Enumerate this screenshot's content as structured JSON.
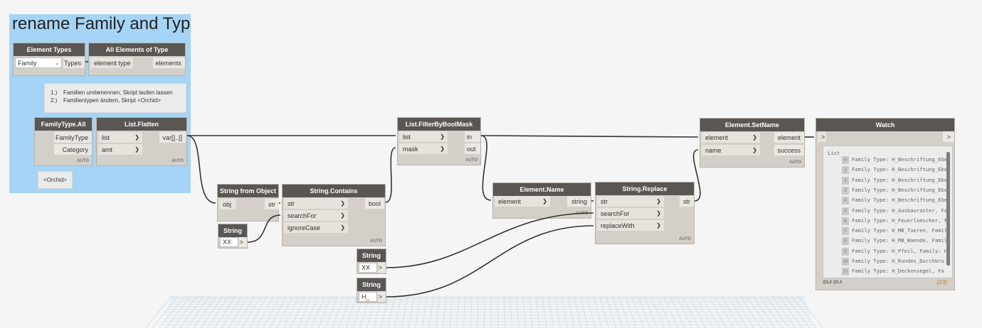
{
  "group": {
    "title": "rename Family and Typ"
  },
  "nodes": {
    "element_types": {
      "title": "Element Types",
      "selected": "Family",
      "output": "Types"
    },
    "all_elements": {
      "title": "All Elements of Type",
      "input": "element type",
      "output": "elements"
    },
    "family_type_all": {
      "title": "FamilyType.All",
      "outputs": [
        "FamilyType",
        "Category"
      ],
      "auto": "AUTO"
    },
    "list_flatten": {
      "title": "List.Flatten",
      "inputs": [
        "list",
        "amt"
      ],
      "output": "var[]..[]",
      "auto": "AUTO"
    },
    "orchid": {
      "label": "<Orchid>"
    },
    "string_from_object": {
      "title": "String from Object",
      "input": "obj",
      "output": "str"
    },
    "string1": {
      "title": "String",
      "value": "XX",
      "output": ">"
    },
    "string_contains": {
      "title": "String.Contains",
      "inputs": [
        "str",
        "searchFor",
        "ignoreCase"
      ],
      "output": "bool",
      "auto": "AUTO"
    },
    "filter_by_bool_mask": {
      "title": "List.FilterByBoolMask",
      "inputs": [
        "list",
        "mask"
      ],
      "outputs": [
        "in",
        "out"
      ],
      "auto": "AUTO"
    },
    "element_name": {
      "title": "Element.Name",
      "input": "element",
      "output": "string",
      "auto": "AUTO"
    },
    "string2": {
      "title": "String",
      "value": "XX",
      "output": ">"
    },
    "string3": {
      "title": "String",
      "value": "H_",
      "output": ">"
    },
    "string_replace": {
      "title": "String.Replace",
      "inputs": [
        "str",
        "searchFor",
        "replaceWith"
      ],
      "output": "str",
      "auto": "AUTO"
    },
    "set_name": {
      "title": "Element.SetName",
      "inputs": [
        "element",
        "name"
      ],
      "outputs": [
        "element",
        "success"
      ],
      "auto": "AUTO"
    },
    "watch": {
      "title": "Watch",
      "input": ">",
      "output": ">",
      "list_header": "List",
      "items": [
        {
          "i": "0",
          "text": "Family Type: H_Beschriftung_Ebe"
        },
        {
          "i": "1",
          "text": "Family Type: H_Beschriftung_Ebe"
        },
        {
          "i": "2",
          "text": "Family Type: H_Beschriftung_Ebe"
        },
        {
          "i": "3",
          "text": "Family Type: H_Beschriftung_Ebe"
        },
        {
          "i": "4",
          "text": "Family Type: H_Beschriftung_Ebe"
        },
        {
          "i": "5",
          "text": "Family Type: H_Ausbauraster, Fa"
        },
        {
          "i": "6",
          "text": "Family Type: H_Feuerloescher, F"
        },
        {
          "i": "7",
          "text": "Family Type: H_MB_Tueren, Famil"
        },
        {
          "i": "8",
          "text": "Family Type: H_MB_Waende, Famil"
        },
        {
          "i": "9",
          "text": "Family Type: H_Pfeil, Family: H"
        },
        {
          "i": "10",
          "text": "Family Type: H_Rundes_Durchbru"
        },
        {
          "i": "11",
          "text": "Family Type: H_Deckensegel, Fa"
        }
      ],
      "levels": "@L2 @L1",
      "count": "{13}"
    }
  },
  "note": {
    "lines": [
      {
        "num": "1.)",
        "text": "Familien umbenennen, Skript laufen lassen"
      },
      {
        "num": "2.)",
        "text": "Familientypen ändern, Skript <Orchid>"
      }
    ]
  },
  "colors": {
    "group": "#a6d4f6",
    "node_header": "#595654",
    "node_body": "#d4cfc8",
    "wire": "#333333",
    "canvas": "#f5f5f5"
  }
}
